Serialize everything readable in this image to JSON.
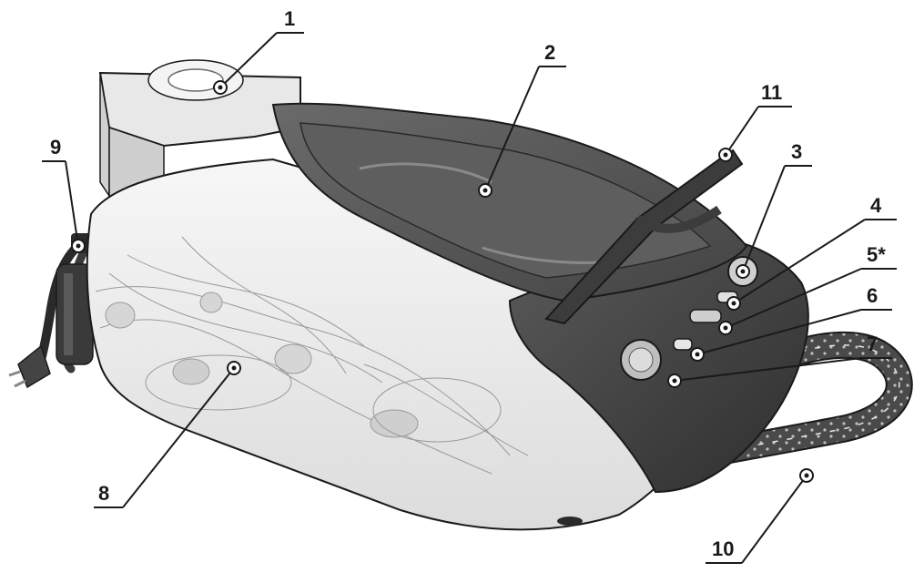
{
  "callouts": [
    {
      "id": "1",
      "label": "1"
    },
    {
      "id": "2",
      "label": "2"
    },
    {
      "id": "3",
      "label": "3"
    },
    {
      "id": "4",
      "label": "4"
    },
    {
      "id": "5",
      "label": "5*"
    },
    {
      "id": "6",
      "label": "6"
    },
    {
      "id": "7",
      "label": "7"
    },
    {
      "id": "8",
      "label": "8"
    },
    {
      "id": "9",
      "label": "9"
    },
    {
      "id": "10",
      "label": "10"
    },
    {
      "id": "11",
      "label": "11"
    }
  ],
  "colors": {
    "body_white": "#f2f2f2",
    "body_shade": "#d8d8d8",
    "dark_panel": "#4a4a4a",
    "darker_panel": "#333333",
    "tray": "#555555",
    "outline": "#1a1a1a"
  }
}
